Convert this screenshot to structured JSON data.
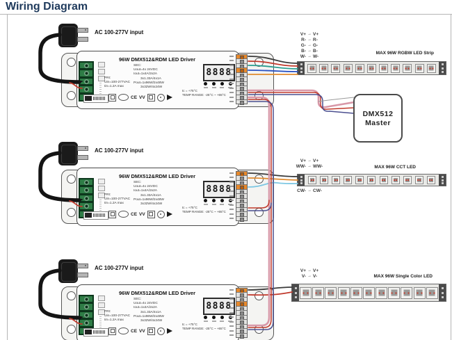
{
  "title": "Wiring Diagram",
  "ac": {
    "label": "AC 100-277V input"
  },
  "driver": {
    "title": "96W DMX512&RDM LED Driver",
    "display": "8888",
    "pri": [
      "PRI:",
      "Uin=100-277VAC",
      "Iin=1.2A max"
    ],
    "sec": [
      "SEC:",
      "Uout=4x 24VDC",
      "Iout=1x4A/2x2A",
      "3x1.33A/4x1A",
      "Pout=1x96W/2x48W",
      "3x32W/4x24W"
    ],
    "temp": [
      "tc = +75°C",
      "TEMP RANGE: -25°C ~ +65°C"
    ],
    "ce_label": "CE",
    "vv_label": "VV"
  },
  "master": {
    "lines": [
      "DMX512",
      "Master"
    ]
  },
  "arrow": "→",
  "strips": [
    {
      "name": "MAX 96W RGBW LED Strip",
      "chips": 11,
      "pins_top": [
        [
          "V+",
          "V+"
        ],
        [
          "R-",
          "R-"
        ],
        [
          "G-",
          "G-"
        ],
        [
          "B-",
          "B-"
        ],
        [
          "W-",
          "W-"
        ]
      ],
      "pins_bottom": []
    },
    {
      "name": "MAX 96W CCT LED",
      "chips": 11,
      "pins_top": [
        [
          "V+",
          "V+"
        ],
        [
          "WW-",
          "WW-"
        ]
      ],
      "pins_bottom": [
        [
          "CW-",
          "CW-"
        ]
      ]
    },
    {
      "name": "MAX 96W Single Color LED",
      "chips": 11,
      "pins_top": [
        [
          "V+",
          "V+"
        ],
        [
          "V-",
          "V-"
        ]
      ],
      "pins_bottom": []
    }
  ],
  "colors": {
    "cord_black": "#141414",
    "wire_v_plus": "#3a3a3a",
    "wire_r": "#c0392b",
    "wire_g": "#2a9d8f",
    "wire_b": "#2a52c2",
    "wire_w": "#e08a2e",
    "wire_ww": "#e08a2e",
    "wire_cw": "#7ec8e3",
    "dmx_pink": "#d898a8",
    "dmx_red": "#c0392b",
    "dmx_blue": "#4a4e8f",
    "dmx_gray": "#9a9a9a",
    "terminal_green": "#2e7d46",
    "screw_orange": "#e8892b",
    "title_navy": "#1f3a5c"
  }
}
